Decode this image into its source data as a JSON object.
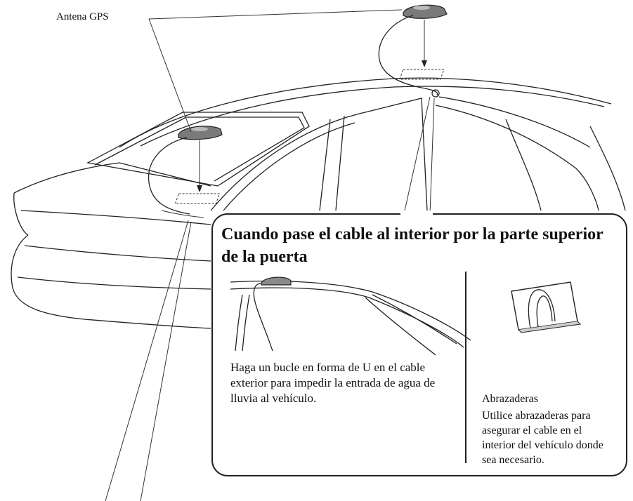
{
  "labels": {
    "antenna": "Antena GPS"
  },
  "callout": {
    "title": "Cuando pase el cable al interior por la parte superior de la puerta",
    "loop_note": "Haga un bucle en forma de U en el cable exterior para impedir la entrada de agua de lluvia al vehículo.",
    "clamps_title": "Abrazaderas",
    "clamps_note": "Utilice abrazaderas para asegurar el cable en el interior del vehículo donde sea necesario."
  },
  "colors": {
    "line": "#222222",
    "antenna_fill": "#7a7a7a",
    "background": "#ffffff"
  },
  "icons": [
    "gps-antenna-icon",
    "cable-clamp-icon"
  ]
}
